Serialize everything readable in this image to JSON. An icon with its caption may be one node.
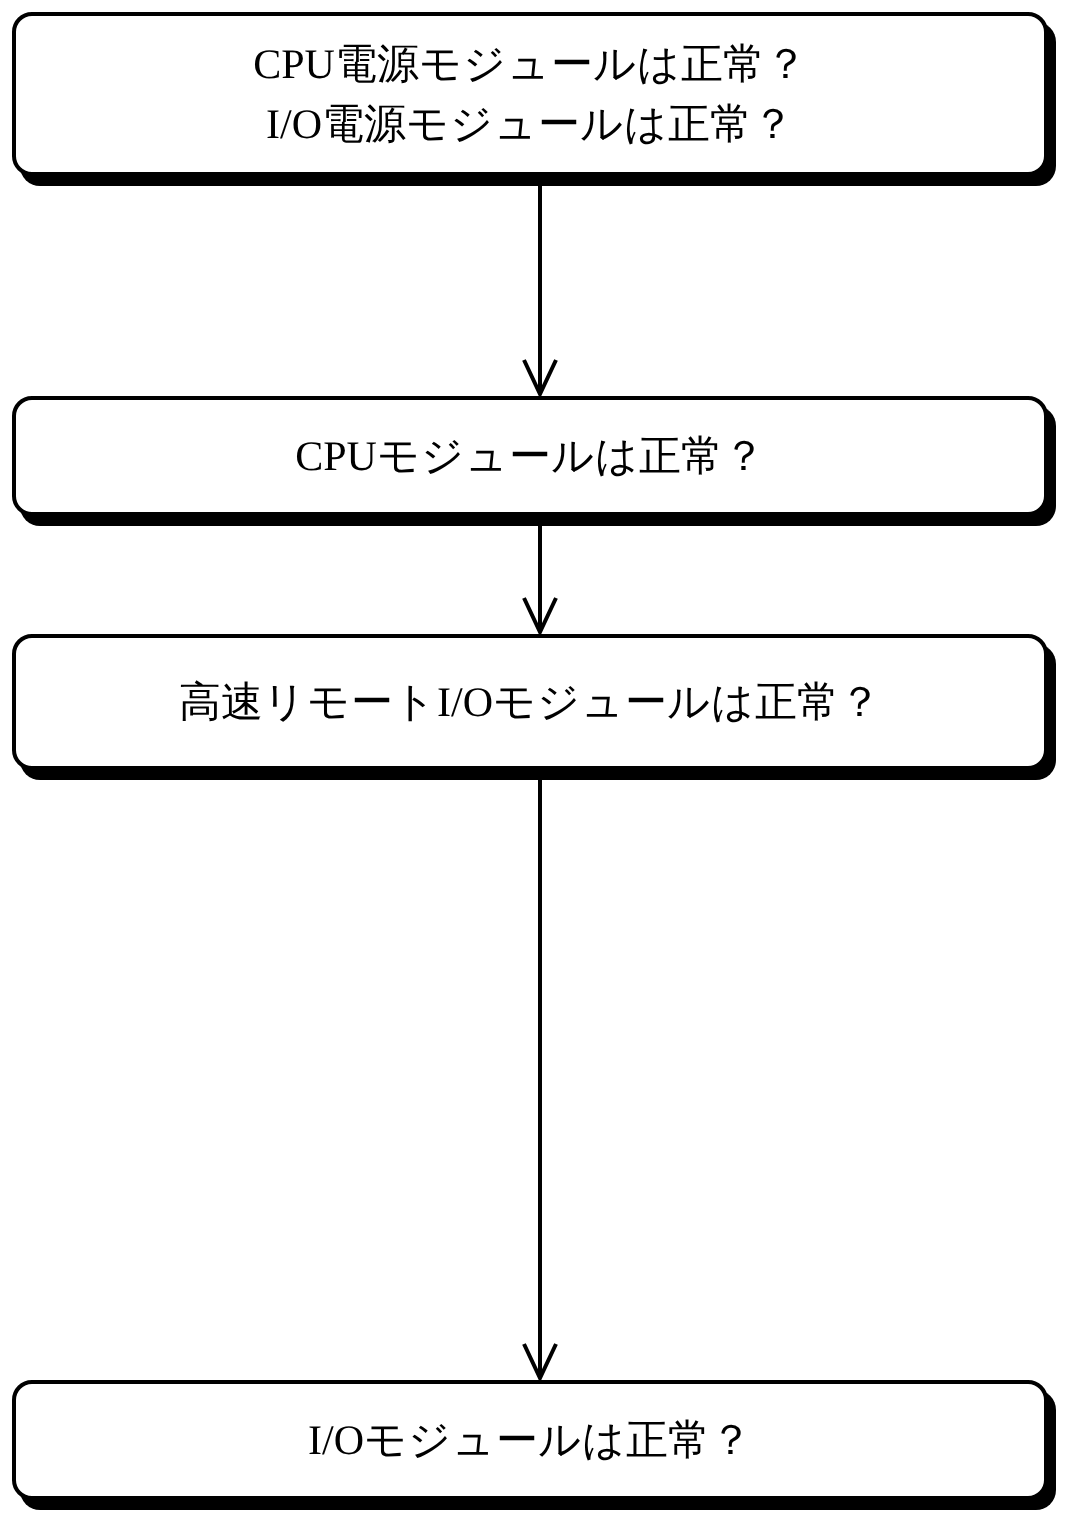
{
  "diagram": {
    "nodes": [
      {
        "text": [
          "CPU電源モジュールは正常？",
          "I/O電源モジュールは正常？"
        ]
      },
      {
        "text": [
          "CPUモジュールは正常？"
        ]
      },
      {
        "text": [
          "高速リモートI/Oモジュールは正常？"
        ]
      },
      {
        "text": [
          "I/Oモジュールは正常？"
        ]
      }
    ],
    "edges": [
      {
        "from": 0,
        "to": 1,
        "arrow": "to"
      },
      {
        "from": 1,
        "to": 2,
        "arrow": "to"
      },
      {
        "from": 2,
        "to": 3,
        "arrow": "to"
      }
    ]
  }
}
